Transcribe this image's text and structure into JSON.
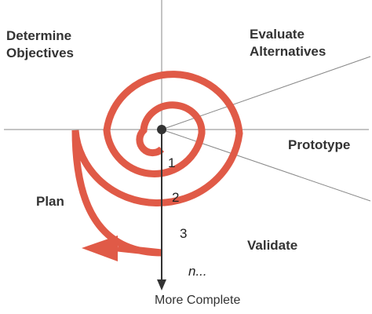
{
  "diagram": {
    "quadrants": {
      "top_left": "Determine\nObjectives",
      "top_right": "Evaluate\nAlternatives",
      "right_upper": "Prototype",
      "left": "Plan",
      "bottom_right": "Validate"
    },
    "iterations": [
      "1",
      "2",
      "3",
      "n..."
    ],
    "axis_label": "More Complete",
    "colors": {
      "spiral": "#e05a47",
      "axis": "#333333",
      "grid_lines": "#888888",
      "text": "#333333"
    }
  }
}
